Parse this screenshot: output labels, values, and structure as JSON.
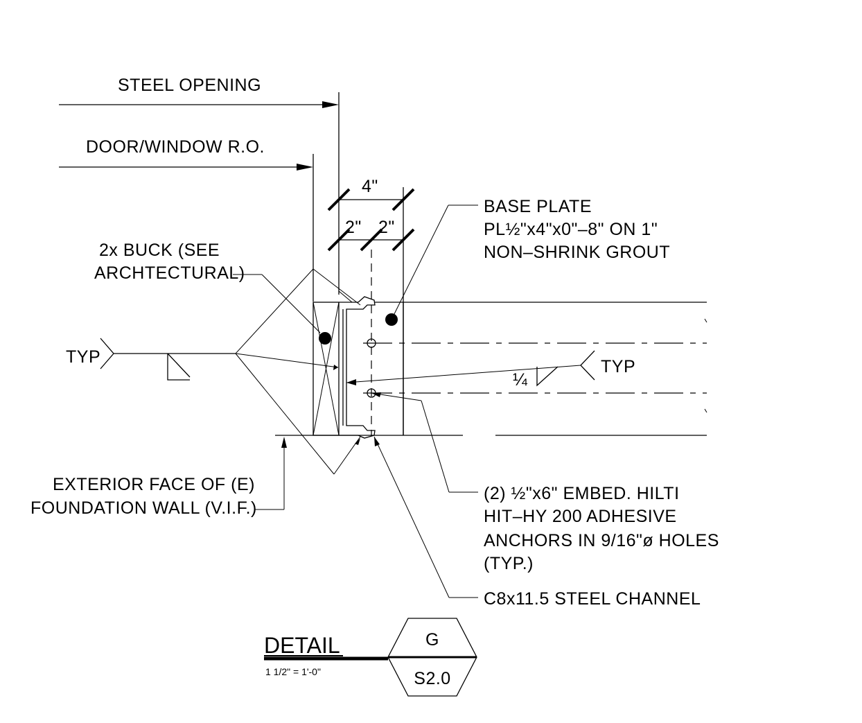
{
  "labels": {
    "steel_opening": "STEEL OPENING",
    "door_window_ro": "DOOR/WINDOW R.O.",
    "dim_4": "4\"",
    "dim_2a": "2\"",
    "dim_2b": "2\"",
    "base_plate_line1": "BASE PLATE",
    "base_plate_line2": "PL½\"x4\"x0\"–8\" ON 1\"",
    "base_plate_line3": "NON–SHRINK GROUT",
    "buck_line1": "2x BUCK (SEE",
    "buck_line2": "ARCHTECTURAL)",
    "typ_left": "TYP",
    "typ_right": "TYP",
    "weld_size": "¼",
    "exterior_line1": "EXTERIOR FACE OF (E)",
    "exterior_line2": "FOUNDATION WALL (V.I.F.)",
    "anchor_line1": "(2) ½\"x6\" EMBED. HILTI",
    "anchor_line2": "HIT–HY 200 ADHESIVE",
    "anchor_line3": "ANCHORS IN 9/16\"ø HOLES",
    "anchor_line4": "(TYP.)",
    "channel": "C8x11.5 STEEL CHANNEL",
    "detail_title": "DETAIL",
    "detail_scale": "1  1/2\" = 1'-0\"",
    "detail_id": "G",
    "sheet_id": "S2.0"
  }
}
